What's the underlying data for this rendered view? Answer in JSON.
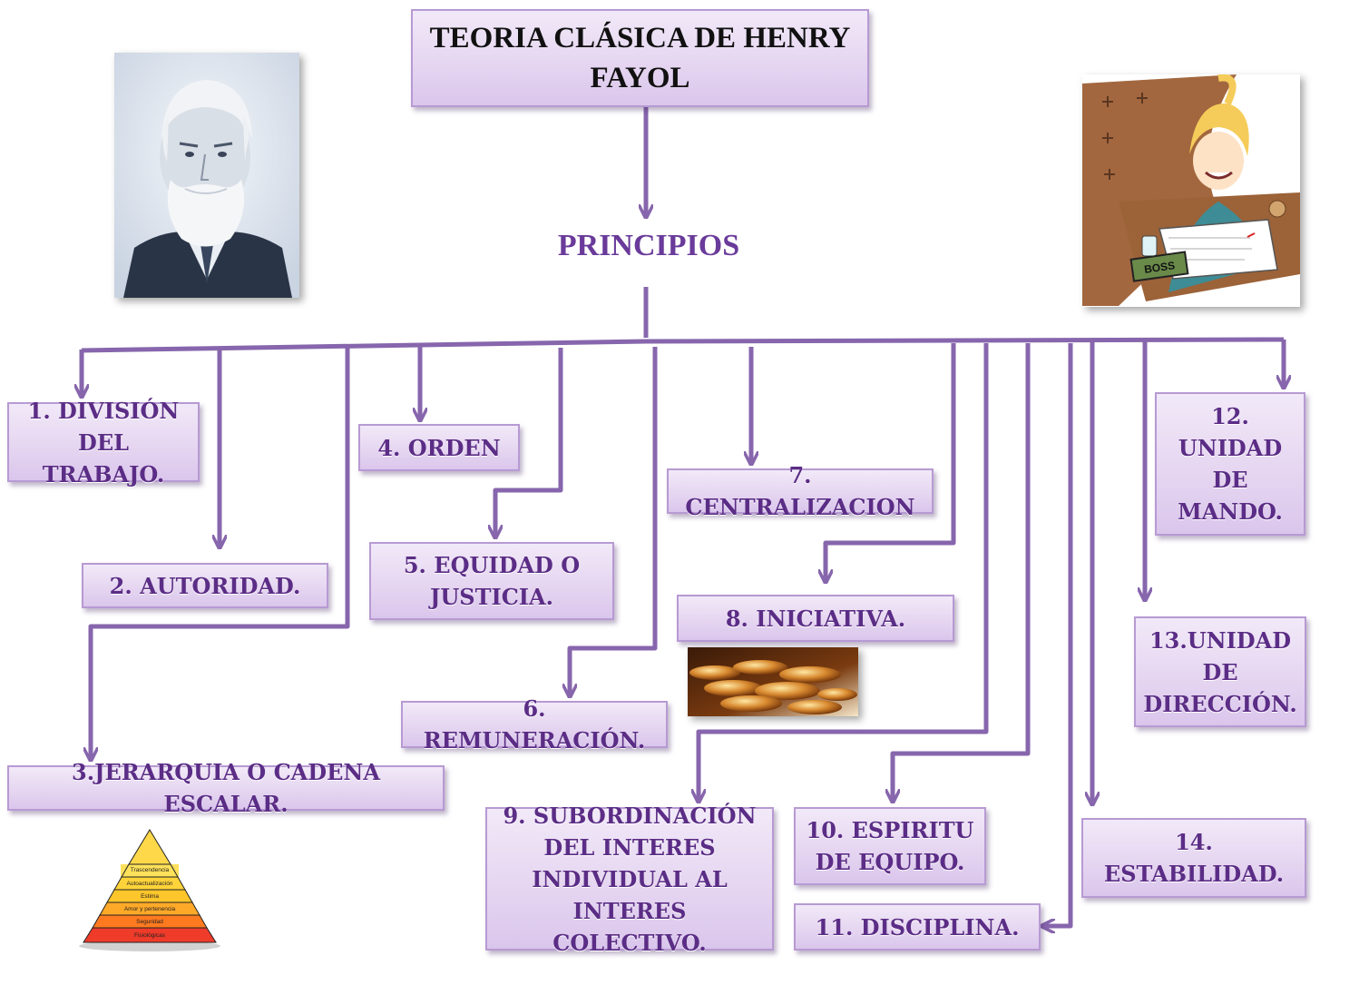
{
  "title": "TEORIA CLÁSICA DE HENRY FAYOL",
  "hub": "PRINCIPIOS",
  "colors": {
    "box_fill": "#e6d6f1",
    "box_border": "#b79ad3",
    "text": "#5b2d86",
    "connector": "#8766ad"
  },
  "principles": [
    {
      "label": "1. DIVISIÓN DEL TRABAJO."
    },
    {
      "label": "2. AUTORIDAD."
    },
    {
      "label": "3.JERARQUIA O CADENA ESCALAR."
    },
    {
      "label": "4. ORDEN"
    },
    {
      "label": "5. EQUIDAD O JUSTICIA."
    },
    {
      "label": "6. REMUNERACIÓN."
    },
    {
      "label": "7. CENTRALIZACION"
    },
    {
      "label": "8.  INICIATIVA."
    },
    {
      "label": "9. SUBORDINACIÓN DEL INTERES INDIVIDUAL AL INTERES COLECTIVO."
    },
    {
      "label": "10. ESPIRITU DE EQUIPO."
    },
    {
      "label": "11. DISCIPLINA."
    },
    {
      "label": "12. UNIDAD DE MANDO."
    },
    {
      "label": "13.UNIDAD DE DIRECCIÓN."
    },
    {
      "label": "14. ESTABILIDAD."
    }
  ],
  "images": {
    "portrait": "portrait-photo",
    "boss_cartoon": "boss-cartoon",
    "coins": "coins-photo",
    "pyramid": "maslow-pyramid",
    "pyramid_levels": [
      "Trascendencia",
      "Autoactualización",
      "Estima",
      "Amor y pertenencia",
      "Seguridad",
      "Fisiológicas"
    ],
    "boss_sign": "BOSS"
  }
}
